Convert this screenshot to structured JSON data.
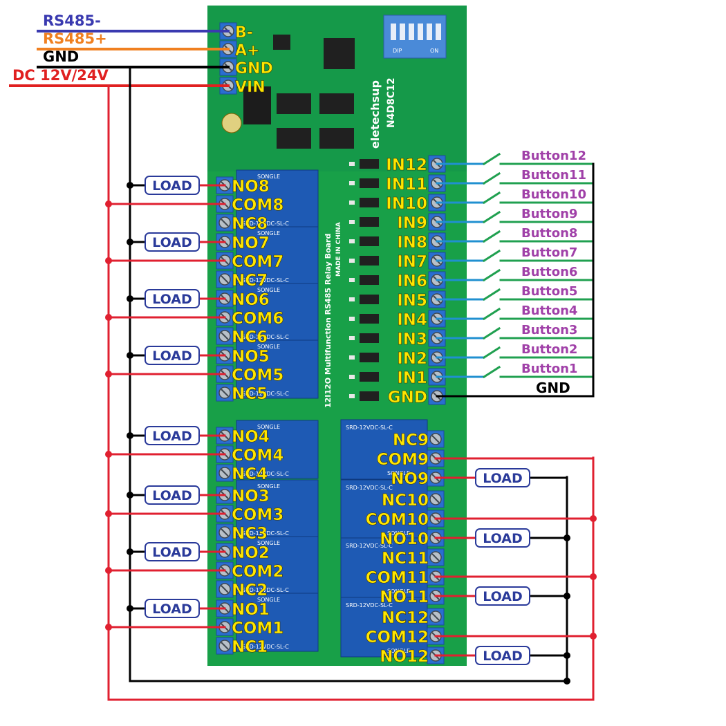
{
  "power_labels": {
    "rs485_minus": "RS485-",
    "rs485_plus": "RS485+",
    "gnd": "GND",
    "dc": "DC 12V/24V"
  },
  "power_terminals": {
    "b_minus": "B-",
    "a_plus": "A+",
    "gnd": "GND",
    "vin": "VIN"
  },
  "board": {
    "brand": "eletechsup",
    "model": "N4D8C12",
    "vertical_text": "12I12O Multifunction RS485 Relay Board",
    "made_in": "MADE IN CHINA",
    "relay_line1": "SONGLE",
    "relay_line2": "SRD-12VDC-SL-C",
    "dip_label": "DIP",
    "dip_on": "ON"
  },
  "left_terminals": [
    "NO8",
    "COM8",
    "NC8",
    "NO7",
    "COM7",
    "NC7",
    "NO6",
    "COM6",
    "NC6",
    "NO5",
    "COM5",
    "NC5",
    "NO4",
    "COM4",
    "NC4",
    "NO3",
    "COM3",
    "NC3",
    "NO2",
    "COM2",
    "NC2",
    "NO1",
    "COM1",
    "NC1"
  ],
  "right_terminals": [
    "NC9",
    "COM9",
    "NO9",
    "NC10",
    "COM10",
    "NO10",
    "NC11",
    "COM11",
    "NO11",
    "NC12",
    "COM12",
    "NO12"
  ],
  "inputs": [
    "IN12",
    "IN11",
    "IN10",
    "IN9",
    "IN8",
    "IN7",
    "IN6",
    "IN5",
    "IN4",
    "IN3",
    "IN2",
    "IN1",
    "GND"
  ],
  "buttons": [
    "Button12",
    "Button11",
    "Button10",
    "Button9",
    "Button8",
    "Button7",
    "Button6",
    "Button5",
    "Button4",
    "Button3",
    "Button2",
    "Button1"
  ],
  "button_gnd": "GND",
  "load_label": "LOAD",
  "colors": {
    "rs485_minus": "#3a3ab0",
    "rs485_plus": "#f08020",
    "gnd": "#000000",
    "dc": "#e02020",
    "wire_red": "#e02030",
    "wire_black": "#000000",
    "wire_blue": "#2090d0",
    "switch_green": "#20a050",
    "pcb": "#18a048",
    "relay": "#1e5ab4",
    "terminal": "#2a6ed0",
    "label_yellow": "#ffe600"
  }
}
